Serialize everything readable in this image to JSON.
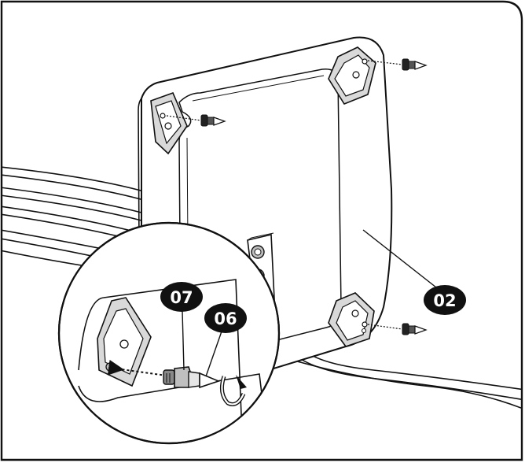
{
  "diagram": {
    "callouts": [
      {
        "id": "part-02",
        "label": "02"
      },
      {
        "id": "part-07",
        "label": "07"
      },
      {
        "id": "part-06",
        "label": "06"
      }
    ],
    "colors": {
      "stroke": "#111111",
      "fill": "#ffffff",
      "shade": "#d9d9d9",
      "callout_bg": "#111111",
      "callout_text": "#ffffff"
    },
    "icons": [
      "rotate-clockwise-icon",
      "dotted-arrow-icon",
      "spike-foot-icon"
    ]
  }
}
